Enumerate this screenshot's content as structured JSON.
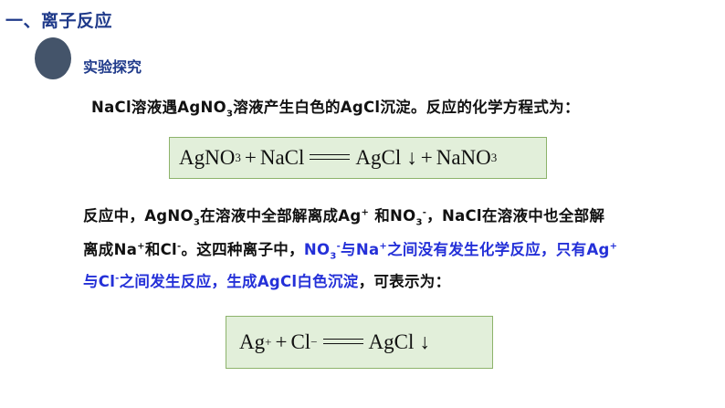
{
  "section_title": "一、离子反应",
  "subsection_title": "实验探究",
  "intro": {
    "p1": "NaCl溶液遇AgNO",
    "sub1": "3",
    "p2": "溶液产生白色的AgCl沉淀。反应的化学方程式为："
  },
  "equation1": {
    "r1": "AgNO",
    "r1_sub": "3",
    "plus1": "+",
    "r2": "NaCl",
    "p1": "AgCl",
    "arrow": "↓",
    "plus2": "+",
    "p2": "NaNO",
    "p2_sub": "3"
  },
  "para": {
    "l1_a": "反应中，AgNO",
    "l1_sub": "3",
    "l1_b": "在溶液中全部解离成Ag",
    "l1_sup1": "+",
    "l1_c": " 和NO",
    "l1_sub2": "3",
    "l1_sup2": "-",
    "l1_d": "，NaCl在溶液中也全部解",
    "l2_a": "离成Na",
    "l2_sup1": "+",
    "l2_b": "和Cl",
    "l2_sup2": "-",
    "l2_c": "。这四种离子中，",
    "l2_blue_a": "NO",
    "l2_blue_sub": "3",
    "l2_blue_sup": "-",
    "l2_blue_b": "与Na",
    "l2_blue_sup2": "+",
    "l2_blue_c": "之间没有发生化学反应，只有Ag",
    "l2_blue_sup3": "+",
    "l3_blue_a": "与Cl",
    "l3_blue_sup": "-",
    "l3_blue_b": "之间发生反应，生成AgCl白色沉淀",
    "l3_c": "，可表示为："
  },
  "equation2": {
    "r1": "Ag",
    "r1_sup": "+",
    "plus": "+",
    "r2": "Cl",
    "r2_sup": "−",
    "p1": "AgCl",
    "arrow": "↓"
  },
  "colors": {
    "title": "#1f3a8a",
    "highlight_blue": "#2430d8",
    "box_fill": "#e2efda",
    "box_border": "#8db36b",
    "circle": "#44546a"
  }
}
